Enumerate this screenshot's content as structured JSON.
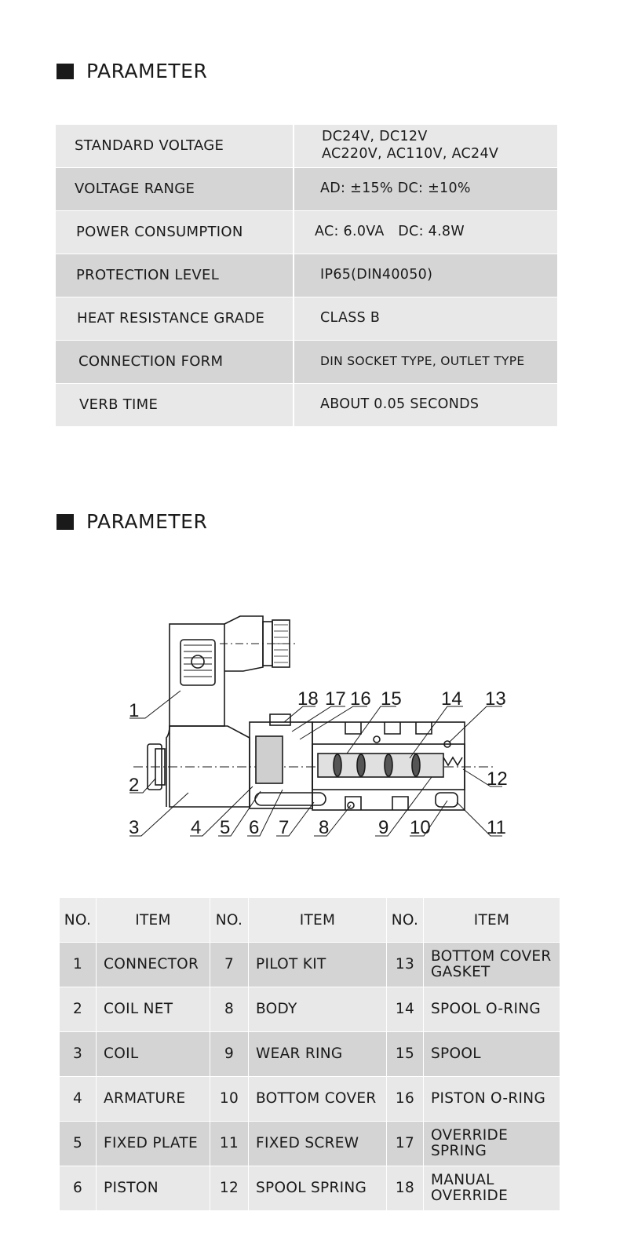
{
  "sections": [
    {
      "heading": "PARAMETER"
    },
    {
      "heading": "PARAMETER"
    }
  ],
  "parameters": [
    {
      "label": "STANDARD VOLTAGE",
      "value_lines": [
        "DC24V, DC12V",
        "AC220V, AC110V, AC24V"
      ]
    },
    {
      "label": "VOLTAGE RANGE",
      "value": "AD: ±15% DC: ±10%"
    },
    {
      "label": "POWER CONSUMPTION",
      "value": "AC: 6.0VA   DC: 4.8W"
    },
    {
      "label": "PROTECTION LEVEL",
      "value": "IP65(DIN40050)"
    },
    {
      "label": "HEAT RESISTANCE GRADE",
      "value": "CLASS B"
    },
    {
      "label": "CONNECTION FORM",
      "value": "DIN SOCKET TYPE, OUTLET TYPE"
    },
    {
      "label": "VERB TIME",
      "value": "ABOUT 0.05 SECONDS"
    }
  ],
  "diagram": {
    "callouts": [
      "1",
      "2",
      "3",
      "4",
      "5",
      "6",
      "7",
      "8",
      "9",
      "10",
      "11",
      "12",
      "13",
      "14",
      "15",
      "16",
      "17",
      "18"
    ]
  },
  "parts_table": {
    "headers": [
      "NO.",
      "ITEM",
      "NO.",
      "ITEM",
      "NO.",
      "ITEM"
    ],
    "rows": [
      [
        {
          "no": "1",
          "item": "CONNECTOR"
        },
        {
          "no": "7",
          "item": "PILOT KIT"
        },
        {
          "no": "13",
          "item": "BOTTOM COVER GASKET"
        }
      ],
      [
        {
          "no": "2",
          "item": "COIL NET"
        },
        {
          "no": "8",
          "item": "BODY"
        },
        {
          "no": "14",
          "item": "SPOOL O-RING"
        }
      ],
      [
        {
          "no": "3",
          "item": "COIL"
        },
        {
          "no": "9",
          "item": "WEAR RING"
        },
        {
          "no": "15",
          "item": "SPOOL"
        }
      ],
      [
        {
          "no": "4",
          "item": "ARMATURE"
        },
        {
          "no": "10",
          "item": "BOTTOM COVER"
        },
        {
          "no": "16",
          "item": "PISTON O-RING"
        }
      ],
      [
        {
          "no": "5",
          "item": "FIXED PLATE"
        },
        {
          "no": "11",
          "item": "FIXED SCREW"
        },
        {
          "no": "17",
          "item": "OVERRIDE SPRING"
        }
      ],
      [
        {
          "no": "6",
          "item": "PISTON"
        },
        {
          "no": "12",
          "item": "SPOOL SPRING"
        },
        {
          "no": "18",
          "item": "MANUAL OVERRIDE"
        }
      ]
    ]
  }
}
